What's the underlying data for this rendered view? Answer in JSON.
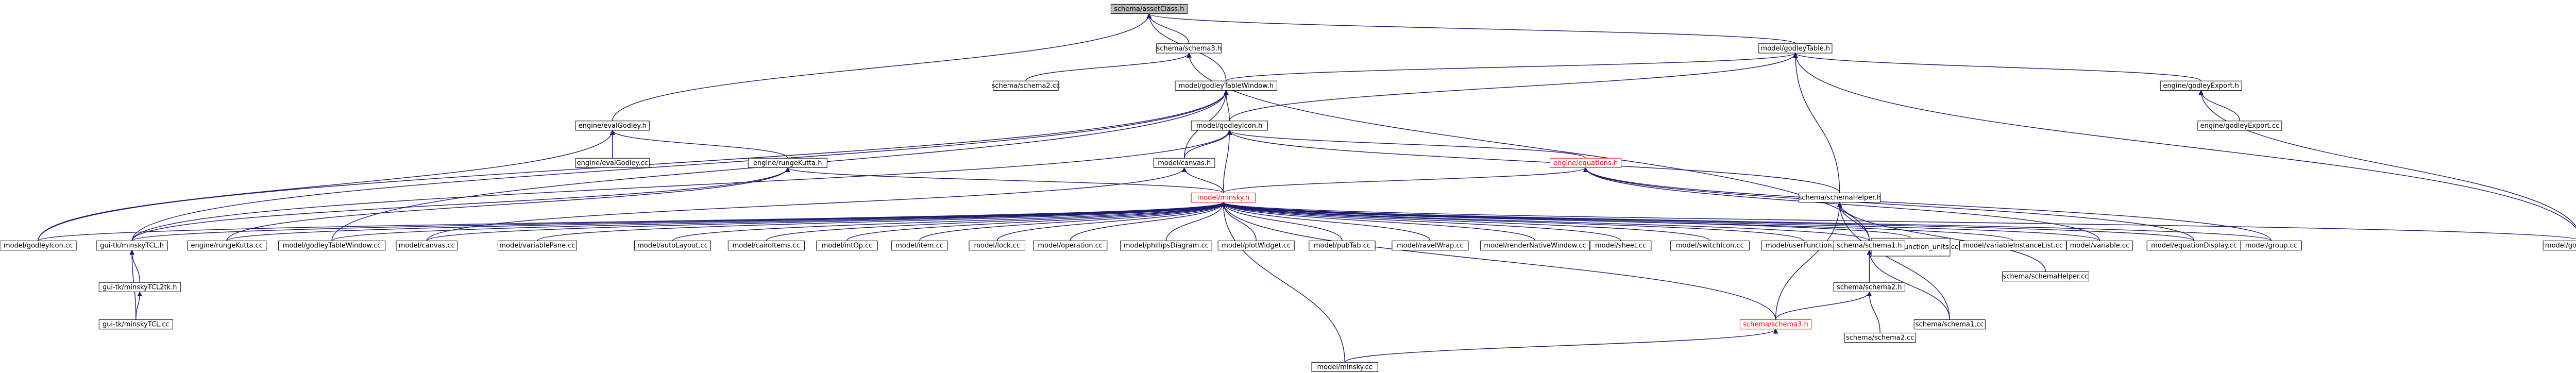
{
  "graph": {
    "colors": {
      "edge": "#191970",
      "node_border": "#000000",
      "root_fill": "#bfbfbf",
      "highlight_text": "#ff0000"
    },
    "nodes": [
      {
        "id": "n_assetclass",
        "label": "schema/assetClass.h",
        "root": true
      },
      {
        "id": "n_godleytable_h",
        "label": "model/godleyTable.h"
      },
      {
        "id": "n_schema3_h",
        "label": "schema/schema3.h"
      },
      {
        "id": "n_schema2_cc",
        "label": "schema/schema2.cc"
      },
      {
        "id": "n_godleytablewindow_h",
        "label": "model/godleyTableWindow.h"
      },
      {
        "id": "n_godleyexport_h",
        "label": "engine/godleyExport.h"
      },
      {
        "id": "n_godleyexport_cc",
        "label": "engine/godleyExport.cc"
      },
      {
        "id": "n_evalgodley_h",
        "label": "engine/evalGodley.h"
      },
      {
        "id": "n_evalgodley_cc",
        "label": "engine/evalGodley.cc"
      },
      {
        "id": "n_godleyicon_h",
        "label": "model/godleyIcon.h"
      },
      {
        "id": "n_rungekutta_h",
        "label": "engine/rungeKutta.h"
      },
      {
        "id": "n_canvas_h",
        "label": "model/canvas.h"
      },
      {
        "id": "n_equations_h",
        "label": "engine/equations.h",
        "red": true
      },
      {
        "id": "n_schemahelper_h",
        "label": "schema/schemaHelper.h"
      },
      {
        "id": "n_minsky_h",
        "label": "model/minsky.h",
        "red": true
      },
      {
        "id": "n_godleyicon_cc",
        "label": "model/godleyIcon.cc"
      },
      {
        "id": "n_minskytcl_h",
        "label": "gui-tk/minskyTCL.h"
      },
      {
        "id": "n_rungekutta_cc",
        "label": "engine/rungeKutta.cc"
      },
      {
        "id": "n_godleytablewindow_cc",
        "label": "model/godleyTableWindow.cc"
      },
      {
        "id": "n_canvas_cc",
        "label": "model/canvas.cc"
      },
      {
        "id": "n_variablepane_cc",
        "label": "model/variablePane.cc"
      },
      {
        "id": "n_autolayout_cc",
        "label": "model/autoLayout.cc"
      },
      {
        "id": "n_cairoitems_cc",
        "label": "model/cairoItems.cc"
      },
      {
        "id": "n_intop_cc",
        "label": "model/intOp.cc"
      },
      {
        "id": "n_item_cc",
        "label": "model/item.cc"
      },
      {
        "id": "n_lock_cc",
        "label": "model/lock.cc"
      },
      {
        "id": "n_operation_cc",
        "label": "model/operation.cc"
      },
      {
        "id": "n_phillipsdiagram_cc",
        "label": "model/phillipsDiagram.cc"
      },
      {
        "id": "n_plotwidget_cc",
        "label": "model/plotWidget.cc"
      },
      {
        "id": "n_pubtab_cc",
        "label": "model/pubTab.cc"
      },
      {
        "id": "n_ravelwrap_cc",
        "label": "model/ravelWrap.cc"
      },
      {
        "id": "n_rendernativewindow_cc",
        "label": "model/renderNativeWindow.cc"
      },
      {
        "id": "n_sheet_cc",
        "label": "model/sheet.cc"
      },
      {
        "id": "n_switchicon_cc",
        "label": "model/switchIcon.cc"
      },
      {
        "id": "n_userfunction_cc",
        "label": "model/userFunction.cc"
      },
      {
        "id": "n_userfunction_units_cc",
        "label": "model/userFunction_units.cc"
      },
      {
        "id": "n_variableinstancelist_cc",
        "label": "model/variableInstanceList.cc"
      },
      {
        "id": "n_variable_cc",
        "label": "model/variable.cc"
      },
      {
        "id": "n_equationdisplay_cc",
        "label": "model/equationDisplay.cc"
      },
      {
        "id": "n_group_cc",
        "label": "model/group.cc"
      },
      {
        "id": "n_schema1_h",
        "label": "schema/schema1.h"
      },
      {
        "id": "n_schemahelper_cc",
        "label": "schema/schemaHelper.cc"
      },
      {
        "id": "n_godleytable_cc",
        "label": "model/godleyTable.cc"
      },
      {
        "id": "n_minskytcl2tk_h",
        "label": "gui-tk/minskyTCL2tk.h"
      },
      {
        "id": "n_minskytcl_cc",
        "label": "gui-tk/minskyTCL.cc"
      },
      {
        "id": "n_schema2_h",
        "label": "schema/schema2.h"
      },
      {
        "id": "n_schema1_cc",
        "label": "schema/schema1.cc"
      },
      {
        "id": "n_schema3_h_red",
        "label": "schema/schema3.h",
        "red": true
      },
      {
        "id": "n_schema2b_cc",
        "label": "schema/schema2.cc"
      },
      {
        "id": "n_minsky_cc",
        "label": "model/minsky.cc"
      }
    ]
  }
}
